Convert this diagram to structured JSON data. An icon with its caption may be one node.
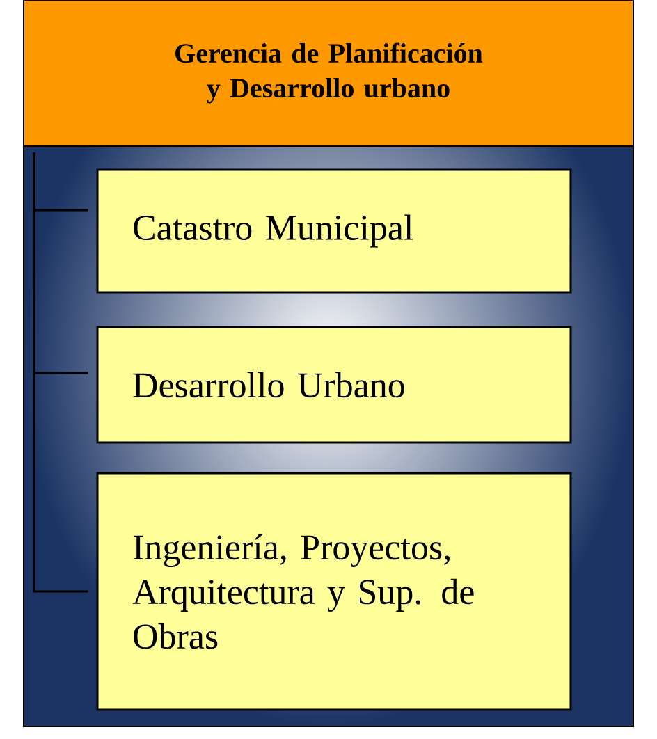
{
  "diagram": {
    "nodes": [
      {
        "text": [
          "Gerencia de Planificación y Desarrollo urbano"
        ]
      },
      {
        "text": [
          "Catastro Municipal"
        ],
        "in": 0
      },
      {
        "text": [
          "Desarrollo Urbano"
        ],
        "in": 0
      },
      {
        "text": [
          "Ingeniería, Proyectos, Arquitectura y Sup. de Obras"
        ],
        "in": 0
      }
    ],
    "edges": [
      {
        "from": 0,
        "to": 1,
        "arrow": "none"
      },
      {
        "from": 0,
        "to": 2,
        "arrow": "none"
      },
      {
        "from": 0,
        "to": 3,
        "arrow": "none"
      }
    ]
  }
}
